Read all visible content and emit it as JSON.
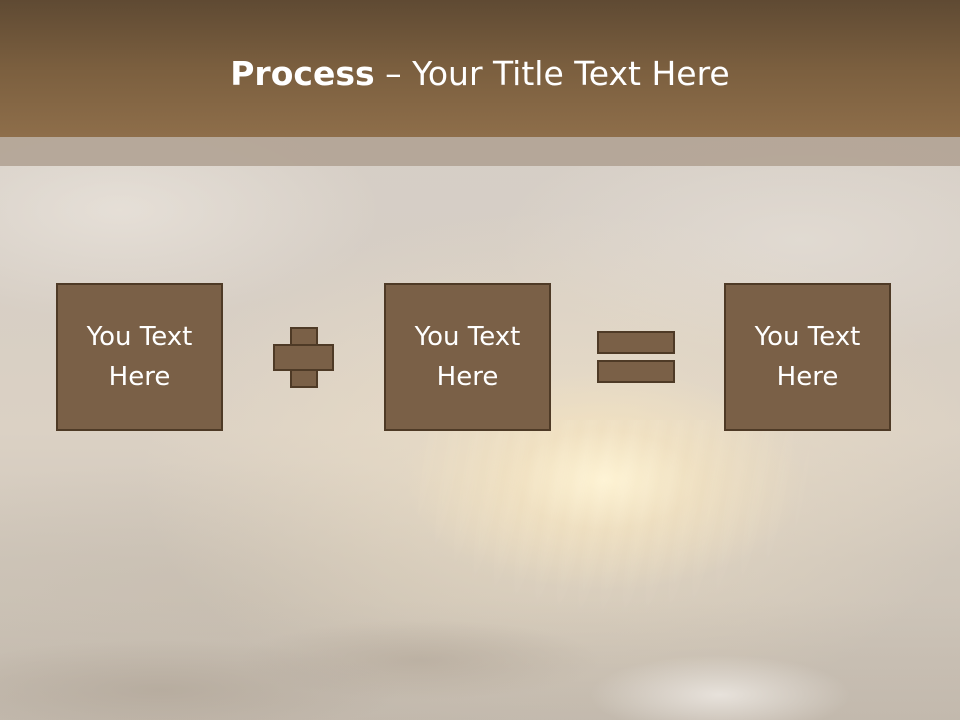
{
  "slide": {
    "title_bold": "Process",
    "title_separator": " – ",
    "title_rest": "Your Title Text Here",
    "colors": {
      "title_bar": "#7b5f3f",
      "box_fill": "#7a6047",
      "box_border": "#4e3a26",
      "text": "#ffffff"
    }
  },
  "process": {
    "boxes": [
      {
        "line1": "You Text",
        "line2": "Here"
      },
      {
        "line1": "You Text",
        "line2": "Here"
      },
      {
        "line1": "You Text",
        "line2": "Here"
      }
    ],
    "operators": [
      "plus-icon",
      "equals-icon"
    ]
  }
}
